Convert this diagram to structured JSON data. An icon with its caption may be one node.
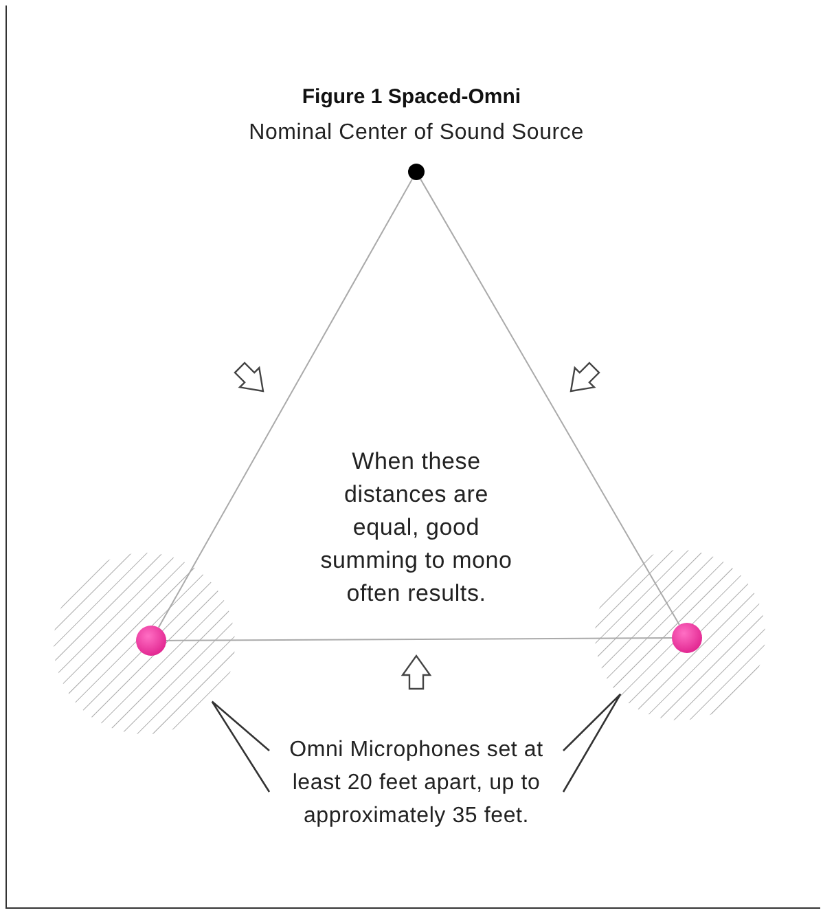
{
  "diagram": {
    "title": "Figure 1 Spaced-Omni",
    "nodes": [
      {
        "text": [],
        "shape": "circle",
        "beside": [
          "Nominal Center of Sound Source"
        ]
      },
      {
        "text": [],
        "shape": "circle"
      },
      {
        "text": [],
        "shape": "circle",
        "in": 1
      },
      {
        "text": [],
        "shape": "circle"
      },
      {
        "text": [],
        "shape": "circle",
        "in": 3
      },
      {
        "text": [
          "Omni Microphones set at least 20 feet apart, up to approximately 35 feet."
        ]
      }
    ],
    "edges": [
      {
        "from": 0,
        "to": 2,
        "arrow": "none"
      },
      {
        "from": 0,
        "to": 4,
        "arrow": "none"
      },
      {
        "from": 2,
        "to": 4,
        "arrow": "none"
      },
      {
        "from": 5,
        "to": 1,
        "arrow": "none",
        "color": "#333333"
      },
      {
        "from": 5,
        "to": 3,
        "arrow": "none",
        "color": "#333333"
      }
    ],
    "labels": [
      "When these distances are equal, good summing to mono often results."
    ]
  }
}
